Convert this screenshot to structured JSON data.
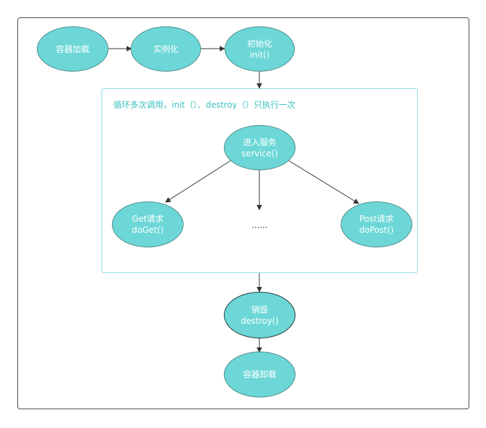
{
  "colors": {
    "node_fill": "#6dd7d7",
    "node_text": "#ffffff",
    "edge": "#333333",
    "loop_border": "#8fdede",
    "loop_text": "#3cc0c0"
  },
  "loop_label": "循环多次调用，init（）、destroy（）只执行一次",
  "nodes": {
    "container_load": {
      "line1": "容器加载",
      "line2": ""
    },
    "instantiate": {
      "line1": "实例化",
      "line2": ""
    },
    "init": {
      "line1": "初始化",
      "line2": "init()"
    },
    "service": {
      "line1": "进入服务",
      "line2": "service()"
    },
    "get": {
      "line1": "Get请求",
      "line2": "doGet()"
    },
    "post": {
      "line1": "Post请求",
      "line2": "doPost()"
    },
    "destroy": {
      "line1": "销毁",
      "line2": "destroy()"
    },
    "container_unload": {
      "line1": "容器卸载",
      "line2": ""
    }
  },
  "ellipsis": "......"
}
